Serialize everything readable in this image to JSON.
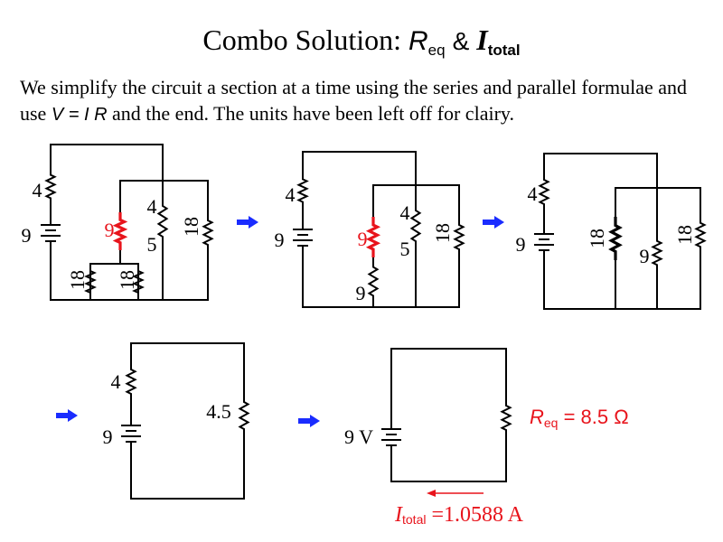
{
  "title": {
    "prefix": "Combo Solution:",
    "req_symbol": "R",
    "req_sub": "eq",
    "amp": "&",
    "itotal_symbol": "I",
    "itotal_sub": "total"
  },
  "intro": {
    "part1": "We simplify the circuit a section at a time using the series and parallel formulae and use ",
    "equation": "V = I R",
    "part2": " and the end. The units have been left off for clairy."
  },
  "colors": {
    "wire": "#000000",
    "highlight": "#e8141c",
    "arrow": "#1a2cff",
    "result": "#e8141c"
  },
  "circuit1": {
    "r_top": "4",
    "battery": "9",
    "r_red": "9",
    "r_mid_upper": "4",
    "r_mid_lower": "5",
    "r_right": "18",
    "r_bottom_left": "18",
    "r_bottom_right": "18"
  },
  "circuit2": {
    "r_top": "4",
    "battery": "9",
    "r_red": "9",
    "r_lower": "9",
    "r_mid_upper": "4",
    "r_mid_lower": "5",
    "r_right": "18"
  },
  "circuit3": {
    "r_top": "4",
    "battery": "9",
    "r_a": "18",
    "r_b": "9",
    "r_c": "18"
  },
  "circuit4": {
    "r_top": "4",
    "battery": "9",
    "r_right": "4.5"
  },
  "circuit5": {
    "battery": "9 V",
    "req_symbol": "R",
    "req_sub": "eq",
    "req_value": " = 8.5 Ω",
    "itotal_symbol": "I",
    "itotal_sub": "total",
    "itotal_value": " =1.0588 A"
  }
}
